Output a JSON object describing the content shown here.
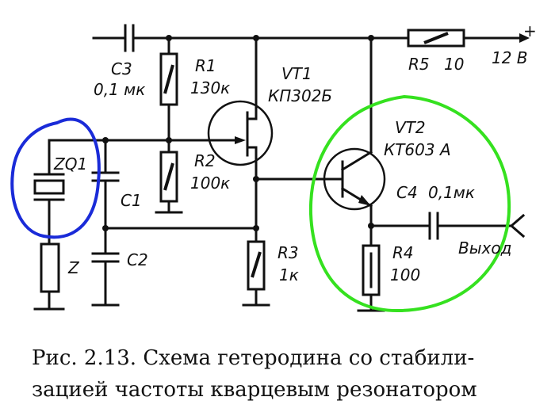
{
  "labels": {
    "supply_plus": "+",
    "supply_voltage": "12 В",
    "r5_name": "R5",
    "r5_value": "10",
    "c3_name": "C3",
    "c3_value": "0,1 мк",
    "r1_name": "R1",
    "r1_value": "130к",
    "vt1_name": "VT1",
    "vt1_type": "КП302Б",
    "vt2_name": "VT2",
    "vt2_type": "КТ603 А",
    "zq1_name": "ZQ1",
    "r2_name": "R2",
    "r2_value": "100к",
    "c1_name": "C1",
    "c2_name": "C2",
    "c4_name": "C4",
    "c4_value": "0,1мк",
    "output_label": "Выход",
    "r3_name": "R3",
    "r3_value": "1к",
    "r4_name": "R4",
    "r4_value": "100",
    "z_name": "Z"
  },
  "caption": {
    "line1": "Рис. 2.13. Схема гетеродина со стабили-",
    "line2": "зацией частоты кварцевым резонатором"
  },
  "annotation_colors": {
    "blue_circle": "#1a2bd8",
    "green_circle": "#35e11f"
  }
}
